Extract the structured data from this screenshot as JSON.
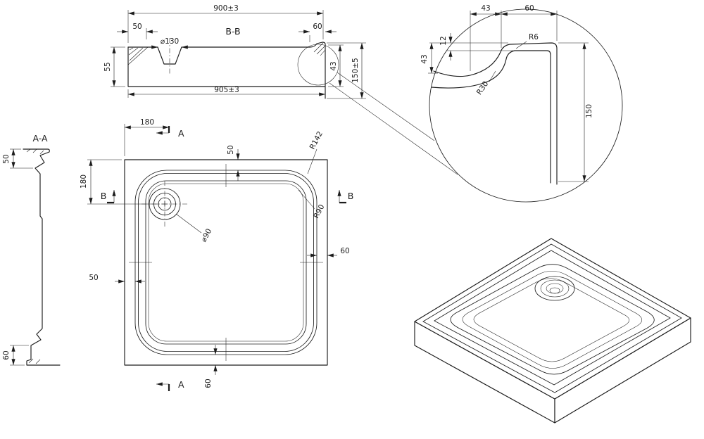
{
  "colors": {
    "ink": "#1c1c1c",
    "paper": "#ffffff"
  },
  "views": {
    "section_bb": {
      "label": "B-B",
      "width_top": "900±3",
      "width_bottom": "905±3",
      "offset_left": "50",
      "offset_right": "60",
      "drain_dia": "⌀130",
      "height_left": "55",
      "height_right": "43",
      "height_total": "150±5"
    },
    "section_aa": {
      "label": "A-A",
      "dim_top": "50",
      "dim_bottom": "60"
    },
    "plan": {
      "offset_top": "180",
      "offset_left": "180",
      "rim_top": "50",
      "rim_right": "60",
      "rim_left": "50",
      "rim_bottom": "60",
      "radius_outer": "R142",
      "radius_inner": "R90",
      "drain_dia": "⌀90",
      "cut_label_a": "A",
      "cut_label_b": "B"
    },
    "detail": {
      "dim_top_left": "43",
      "dim_top_right": "60",
      "dim_lip": "12",
      "dim_wall": "43",
      "radius_small": "R6",
      "radius_large": "R30",
      "dim_height": "150"
    }
  }
}
